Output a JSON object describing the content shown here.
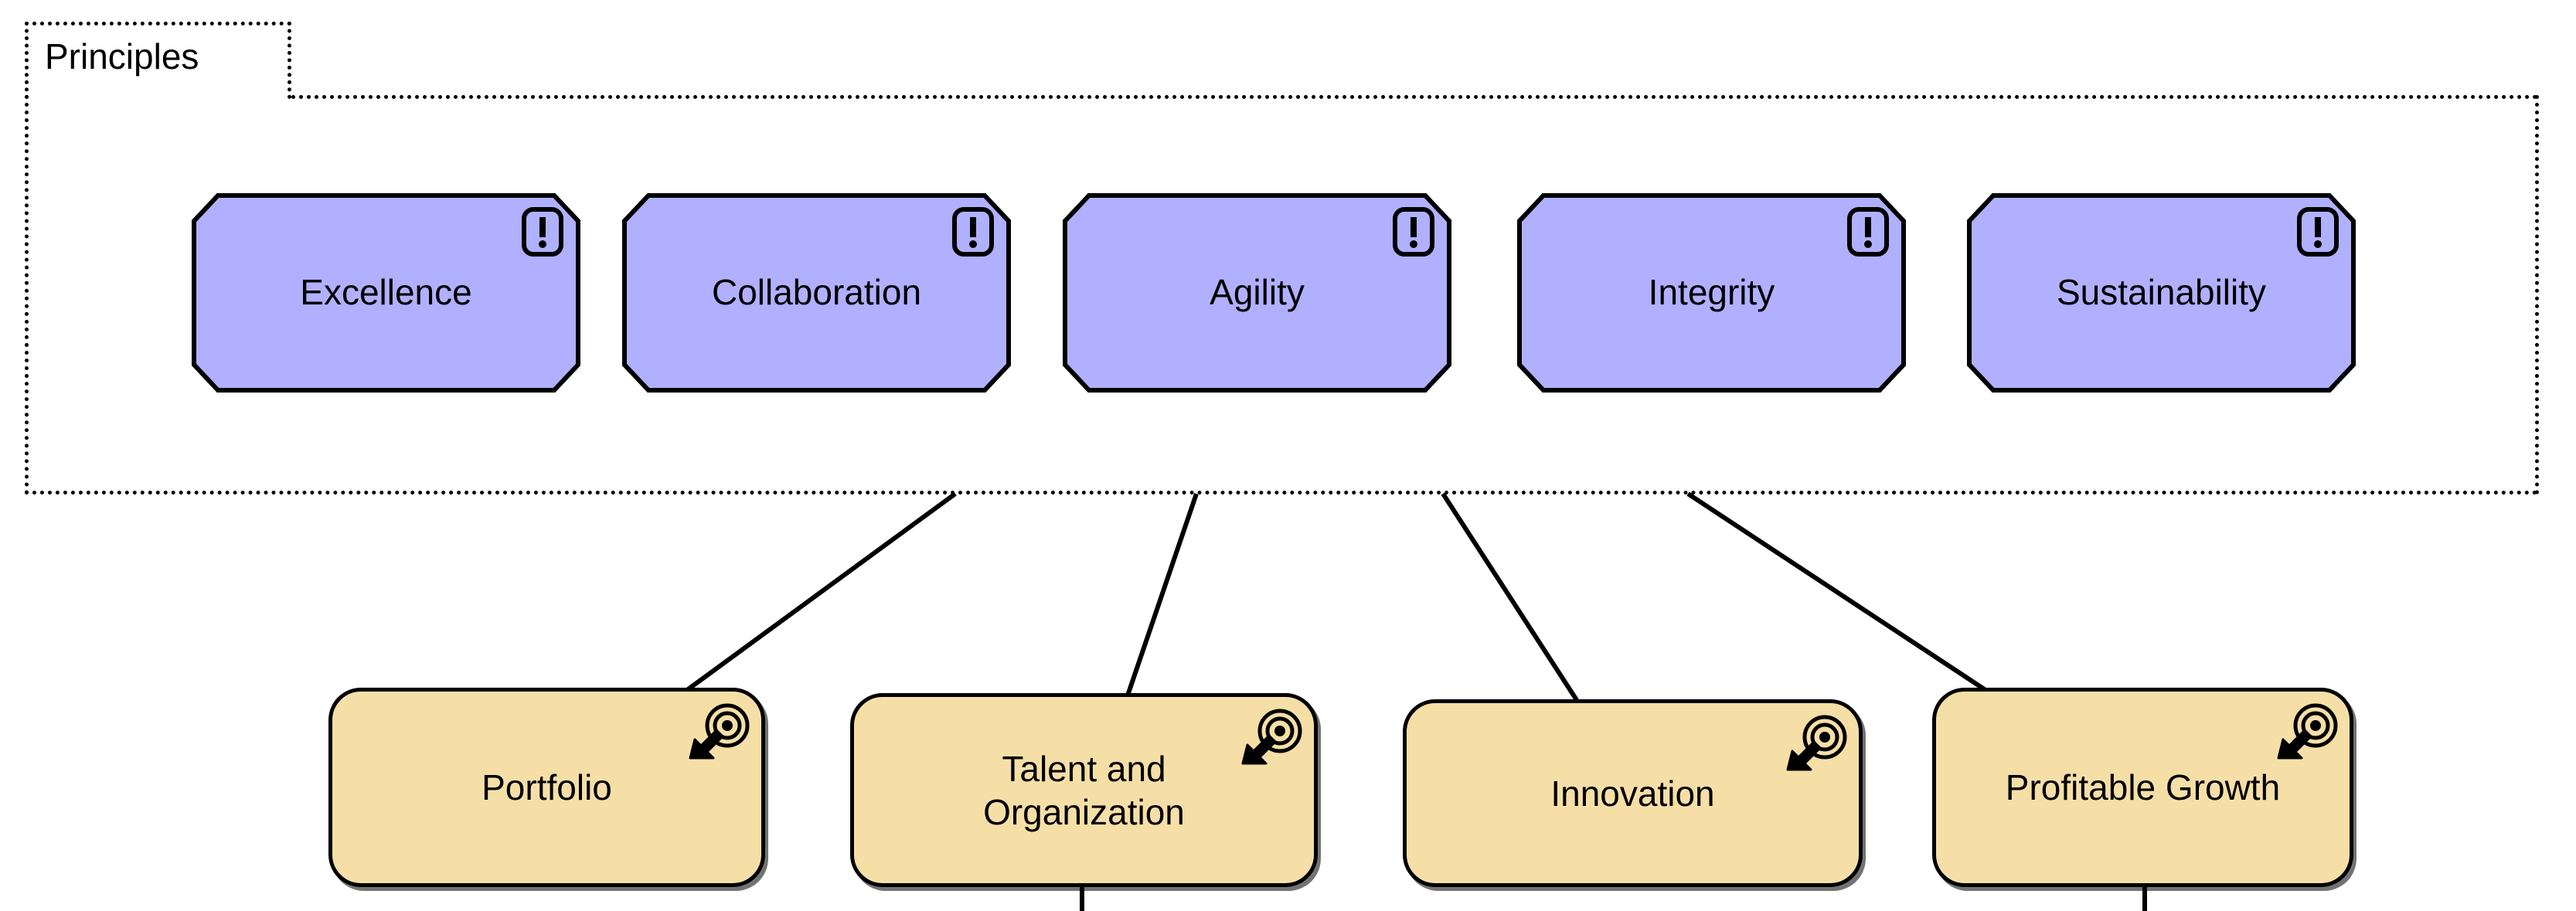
{
  "diagram": {
    "type": "archimate-motivation-diagram",
    "background_color": "#ffffff",
    "line_color": "#000000"
  },
  "group": {
    "label": "Principles",
    "border_style": "dotted",
    "border_color": "#000000"
  },
  "principles": {
    "fill_color": "#b0b0ff",
    "stroke_color": "#000000",
    "icon_name": "principle-exclamation-icon",
    "items": [
      {
        "label": "Excellence"
      },
      {
        "label": "Collaboration"
      },
      {
        "label": "Agility"
      },
      {
        "label": "Integrity"
      },
      {
        "label": "Sustainability"
      }
    ]
  },
  "goals": {
    "fill_color": "#f6dfa7",
    "stroke_color": "#000000",
    "icon_name": "goal-target-arrow-icon",
    "items": [
      {
        "label": "Portfolio"
      },
      {
        "label": "Talent and\nOrganization"
      },
      {
        "label": "Innovation"
      },
      {
        "label": "Profitable Growth"
      }
    ]
  },
  "connections": {
    "count": 4,
    "style": "solid-line",
    "color": "#000000"
  }
}
